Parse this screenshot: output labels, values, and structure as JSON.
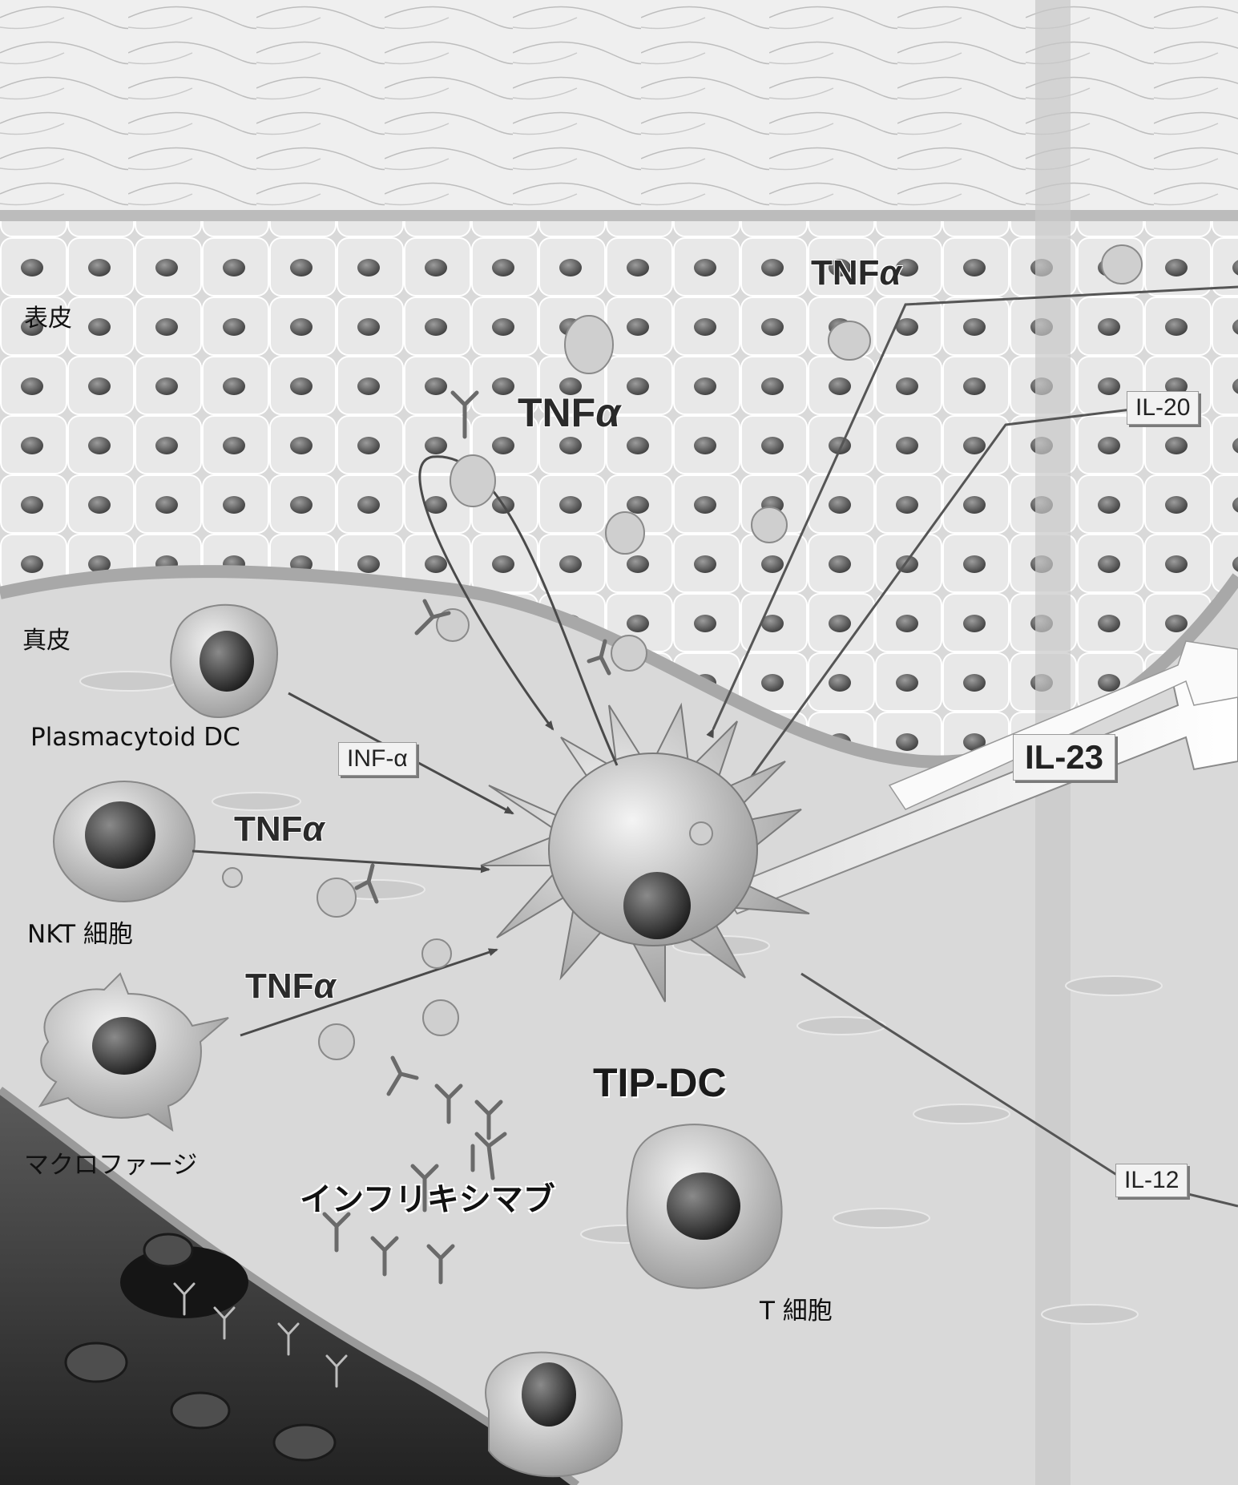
{
  "layers": {
    "epidermis": "表皮",
    "dermis": "真皮"
  },
  "cells": {
    "plasmacytoid_dc": "Plasmacytoid DC",
    "nkt": "NKT 細胞",
    "macrophage": "マクロファージ",
    "tip_dc": "TIP-DC",
    "t_cell": "T 細胞"
  },
  "signals": {
    "tnf_letters": "TNF",
    "alpha": "α",
    "inf_alpha": "INF-α",
    "il20": "IL-20",
    "il23": "IL-23",
    "il12": "IL-12"
  },
  "drug": "インフリキシマブ",
  "colors": {
    "background": "#d8d8d8",
    "epidermis_cell": "#e6e6e6",
    "nucleus": "#3a3a3a",
    "vessel": "#3b3b3b",
    "arrow": "#4a4a4a"
  }
}
